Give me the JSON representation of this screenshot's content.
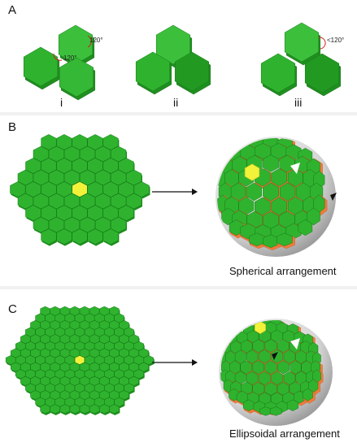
{
  "panels": {
    "A": {
      "letter": "A",
      "labels": [
        "i",
        "ii",
        "iii"
      ],
      "angle_i_top": "120°",
      "angle_i_center": "120°",
      "angle_iii": "<120°"
    },
    "B": {
      "letter": "B",
      "caption": "Spherical arrangement"
    },
    "C": {
      "letter": "C",
      "caption": "Ellipsoidal arrangement"
    }
  },
  "colors": {
    "hex_green": "#2fb32f",
    "hex_dark_green": "#1f8f1f",
    "center_yellow": "#f2f23a",
    "gap_orange": "#f07a3a",
    "sphere_gray": "#d9d9d9"
  }
}
